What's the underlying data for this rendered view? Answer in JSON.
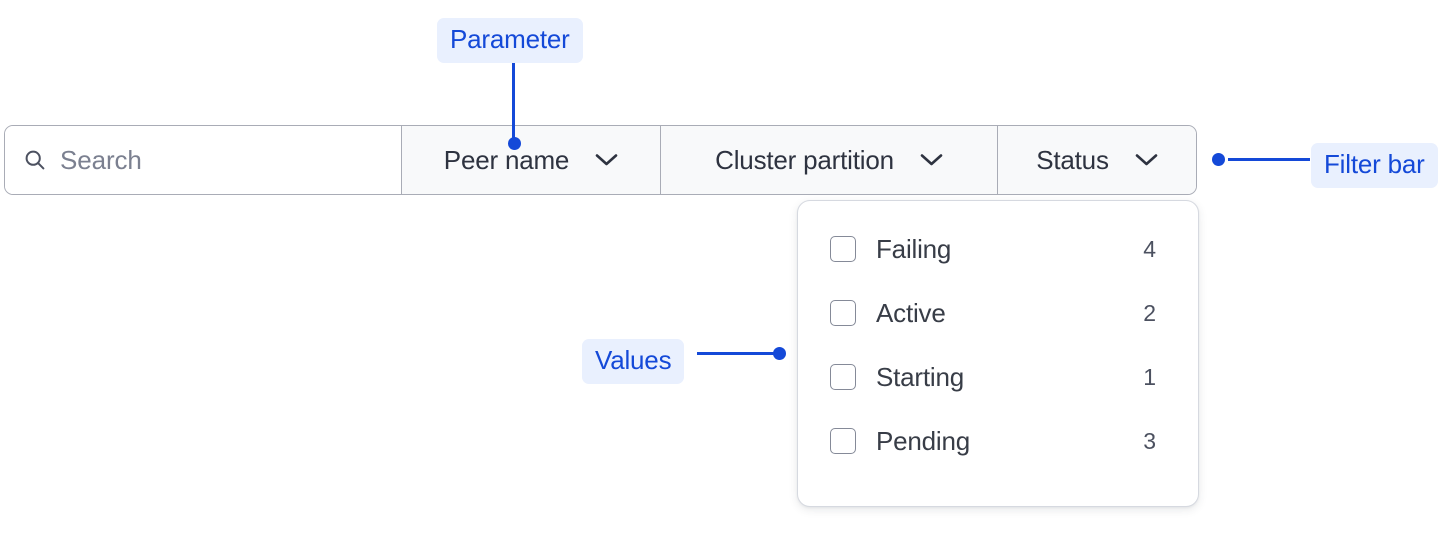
{
  "filter_bar": {
    "search": {
      "icon": "search-icon",
      "placeholder": "Search",
      "value": ""
    },
    "filters": [
      {
        "label": "Peer name",
        "icon": "chevron-down-icon",
        "expanded": false
      },
      {
        "label": "Cluster partition",
        "icon": "chevron-down-icon",
        "expanded": false
      },
      {
        "label": "Status",
        "icon": "chevron-down-icon",
        "expanded": true
      }
    ]
  },
  "values_dropdown": {
    "parent_filter": "Status",
    "items": [
      {
        "label": "Failing",
        "count": "4",
        "checked": false
      },
      {
        "label": "Active",
        "count": "2",
        "checked": false
      },
      {
        "label": "Starting",
        "count": "1",
        "checked": false
      },
      {
        "label": "Pending",
        "count": "3",
        "checked": false
      }
    ]
  },
  "annotations": [
    {
      "id": "parameter",
      "label": "Parameter",
      "target": "Peer name filter"
    },
    {
      "id": "values",
      "label": "Values",
      "target": "Status dropdown options"
    },
    {
      "id": "filter-bar",
      "label": "Filter bar",
      "target": "Whole filter bar"
    }
  ],
  "colors": {
    "annotation_text": "#1449d8",
    "annotation_chip_bg": "#e9f0fe",
    "bar_border": "#a9acb6",
    "filter_bg": "#f8f9fa",
    "search_bg": "#ffffff",
    "text_primary": "#2e3340",
    "text_placeholder": "#7b8090",
    "checkbox_border": "#858a98",
    "panel_border": "#d6d9e0"
  }
}
